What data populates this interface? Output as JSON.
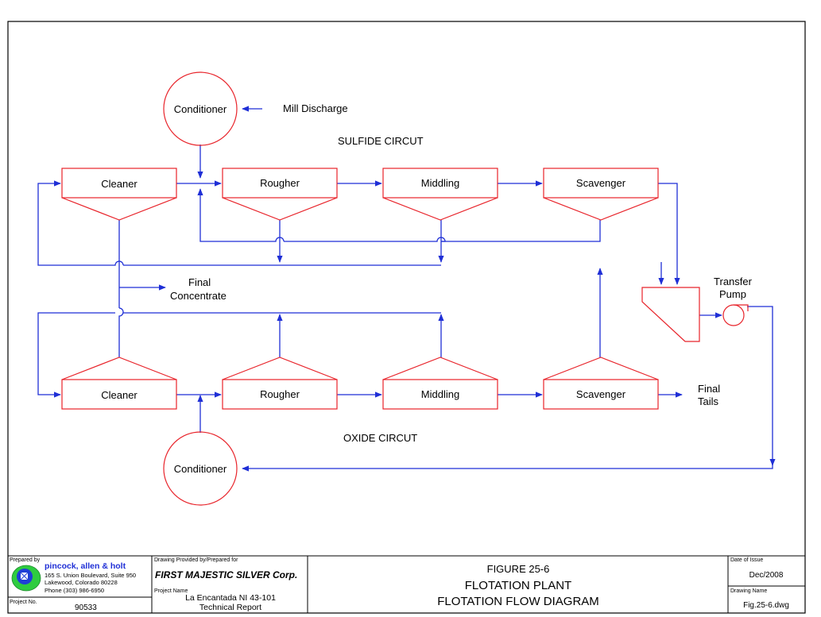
{
  "units": {
    "conditioner_top": "Conditioner",
    "conditioner_bottom": "Conditioner",
    "sulfide_cleaner": "Cleaner",
    "sulfide_rougher": "Rougher",
    "sulfide_middling": "Middling",
    "sulfide_scavenger": "Scavenger",
    "oxide_cleaner": "Cleaner",
    "oxide_rougher": "Rougher",
    "oxide_middling": "Middling",
    "oxide_scavenger": "Scavenger"
  },
  "labels": {
    "mill_discharge": "Mill Discharge",
    "sulfide_circuit": "SULFIDE CIRCUT",
    "oxide_circuit": "OXIDE CIRCUT",
    "final_concentrate_1": "Final",
    "final_concentrate_2": "Concentrate",
    "transfer_pump_1": "Transfer",
    "transfer_pump_2": "Pump",
    "final_tails_1": "Final",
    "final_tails_2": "Tails"
  },
  "title_block": {
    "prepared_by_label": "Prepared by",
    "company": "pincock, allen & holt",
    "address_1": "165 S. Union Boulevard, Suite 950",
    "address_2": "Lakewood, Colorado 80228",
    "phone": "Phone (303) 986-6950",
    "project_no_label": "Project No.",
    "project_no": "90533",
    "drawing_provided_label": "Drawing Provided by/Prepared for",
    "client": "FIRST MAJESTIC SILVER Corp.",
    "project_name_label": "Project Name",
    "project_name_1": "La Encantada NI 43-101",
    "project_name_2": "Technical Report",
    "figure": "FIGURE 25-6",
    "title_1": "FLOTATION PLANT",
    "title_2": "FLOTATION FLOW DIAGRAM",
    "date_label": "Date of Issue",
    "date": "Dec/2008",
    "drawing_name_label": "Drawing Name",
    "drawing_name": "Fig.25-6.dwg"
  },
  "colors": {
    "equipment": "#e8232a",
    "flow_lines": "#1f2fd6",
    "frame": "#000000"
  }
}
